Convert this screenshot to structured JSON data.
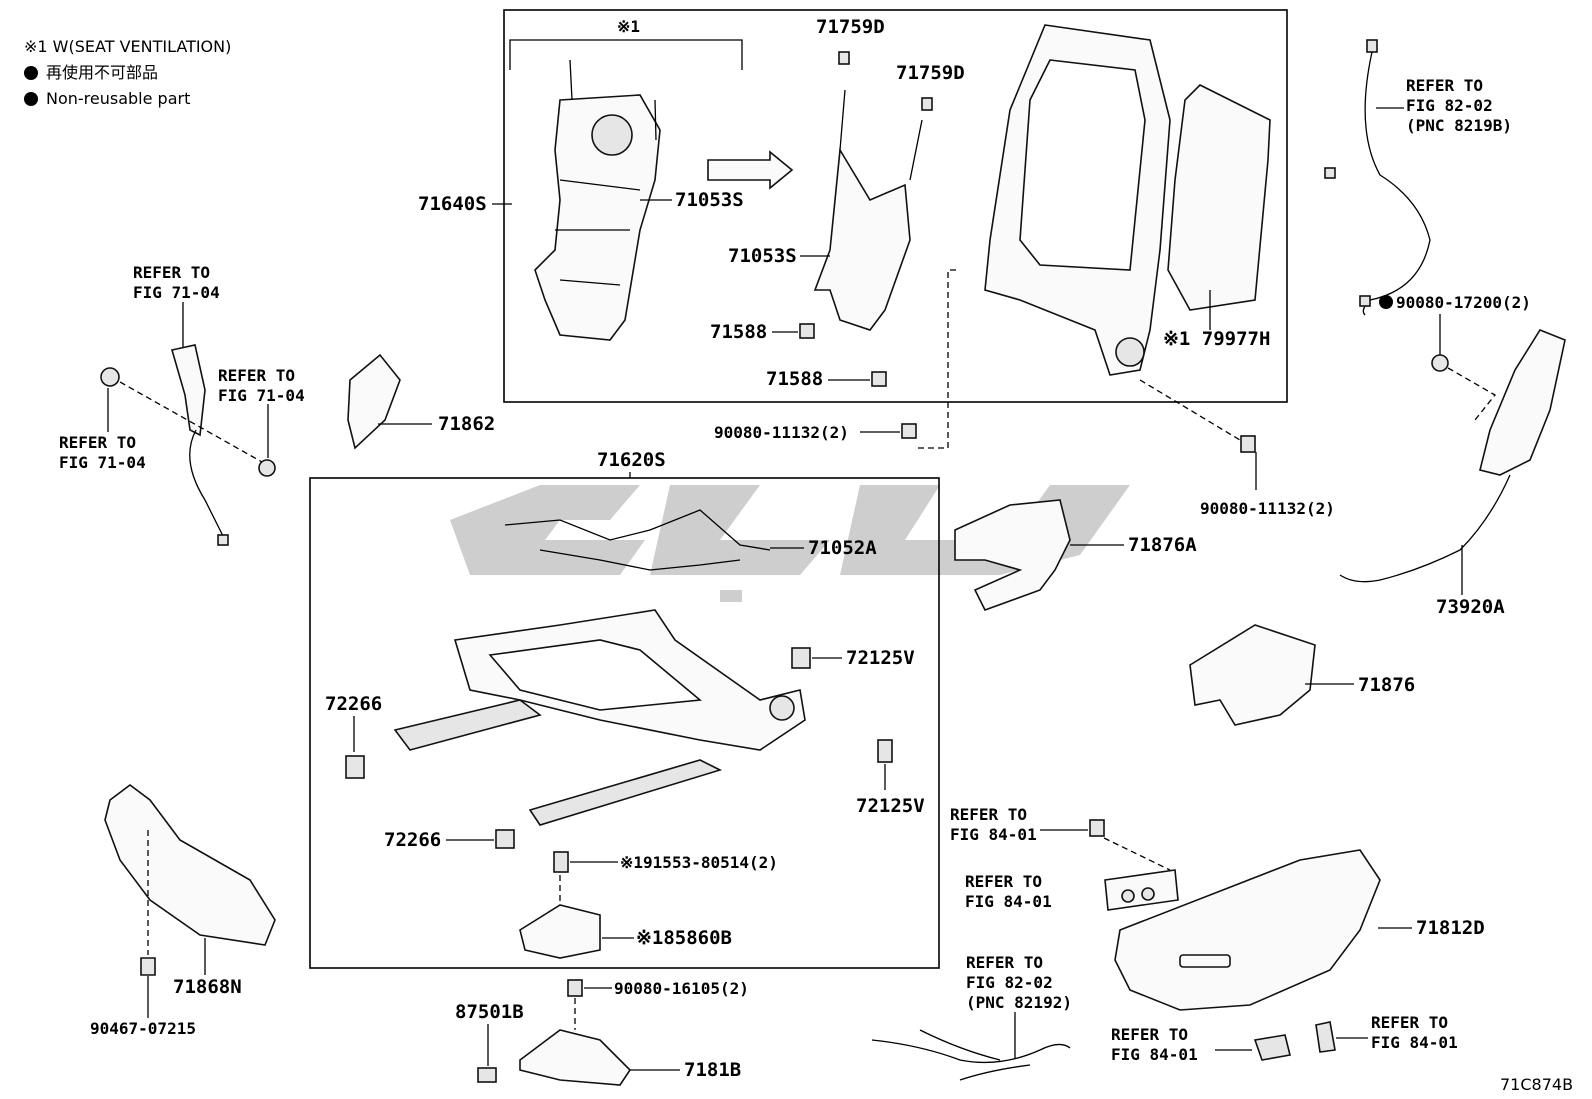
{
  "legend": {
    "ventilation_note": "※1 W(SEAT VENTILATION)",
    "non_reusable_jp": "再使用不可部品",
    "non_reusable_en": "Non-reusable part"
  },
  "figure_code": "71C874B",
  "labels": {
    "box_note": "※1",
    "p71640S": "71640S",
    "p71053S_a": "71053S",
    "p71053S_b": "71053S",
    "p71759D_a": "71759D",
    "p71759D_b": "71759D",
    "p71588_a": "71588",
    "p71588_b": "71588",
    "p79977H": "※1 79977H",
    "p90080_11132_a": "90080-11132(2)",
    "p90080_11132_b": "90080-11132(2)",
    "p71862": "71862",
    "p71620S": "71620S",
    "p71052A": "71052A",
    "p71876A": "71876A",
    "p72125V_a": "72125V",
    "p72125V_b": "72125V",
    "p72266_a": "72266",
    "p72266_b": "72266",
    "p91553": "※191553-80514(2)",
    "p85860B": "※185860B",
    "p90080_16105": "90080-16105(2)",
    "p87501B": "87501B",
    "p7181B": "7181B",
    "p71868N": "71868N",
    "p90467": "90467-07215",
    "p90080_17200": "90080-17200(2)",
    "p73920A": "73920A",
    "p71876": "71876",
    "p71812D": "71812D"
  },
  "refer_notes": {
    "r1_line1": "REFER TO",
    "r1_line2": "FIG 71-04",
    "r2_line1": "REFER TO",
    "r2_line2": "FIG 71-04",
    "r3_line1": "REFER TO",
    "r3_line2": "FIG 71-04",
    "r4_line1": "REFER TO",
    "r4_line2": "FIG 82-02",
    "r4_line3": "(PNC 8219B)",
    "r5_line1": "REFER TO",
    "r5_line2": "FIG 84-01",
    "r6_line1": "REFER TO",
    "r6_line2": "FIG 84-01",
    "r7_line1": "REFER TO",
    "r7_line2": "FIG 82-02",
    "r7_line3": "(PNC 82192)",
    "r8_line1": "REFER TO",
    "r8_line2": "FIG 84-01",
    "r9_line1": "REFER TO",
    "r9_line2": "FIG 84-01"
  }
}
